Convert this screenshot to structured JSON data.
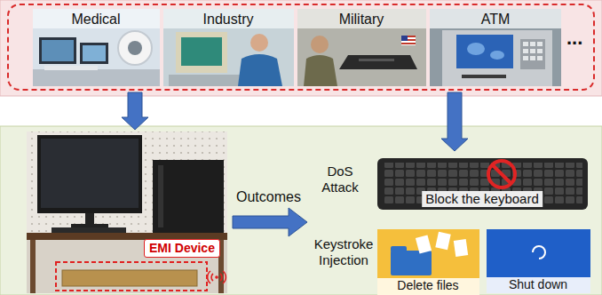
{
  "diagram": {
    "nodes": [
      {
        "text": [
          "..."
        ]
      },
      {
        "text": [
          "Medical"
        ],
        "in": 0
      },
      {
        "text": [
          "Industry"
        ],
        "in": 0
      },
      {
        "text": [
          "Military"
        ],
        "in": 0
      },
      {
        "text": [
          "ATM"
        ],
        "in": 0
      },
      {
        "text": [
          "EMI Device"
        ]
      },
      {
        "text": [
          "DoS Attack",
          "Block the keyboard"
        ]
      },
      {
        "text": [
          "Delete files"
        ]
      },
      {
        "text": [
          "Shut down"
        ]
      }
    ],
    "edges": [
      {
        "from": 0,
        "to": 5,
        "arrow": "to"
      },
      {
        "from": 0,
        "to": 6,
        "arrow": "to"
      }
    ],
    "labels": [
      "Outcomes",
      "Keystroke Injection"
    ]
  }
}
